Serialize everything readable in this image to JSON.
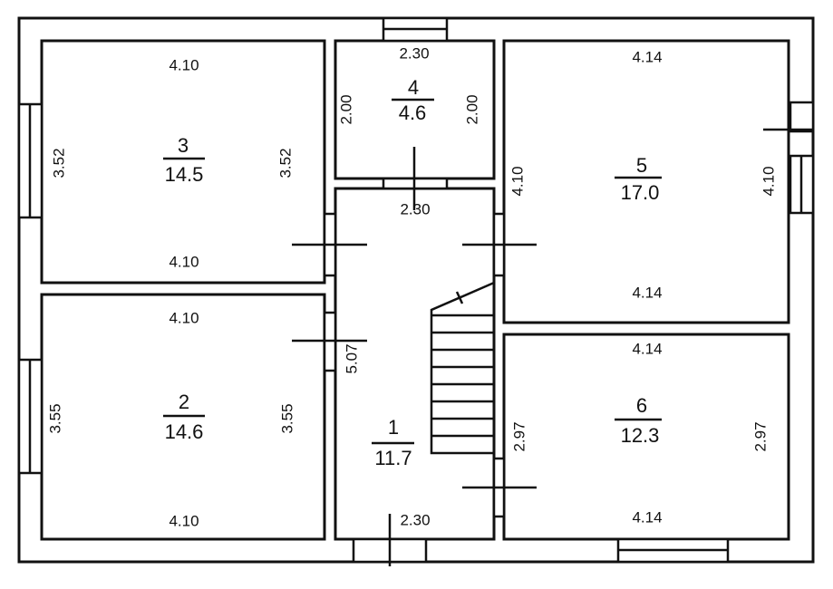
{
  "rooms": [
    {
      "id": "1",
      "area": "11.7",
      "dims": {
        "top": "2.30",
        "bottom": "2.30",
        "left": "5.07"
      }
    },
    {
      "id": "2",
      "area": "14.6",
      "dims": {
        "top": "4.10",
        "bottom": "4.10",
        "left": "3.55",
        "right": "3.55"
      }
    },
    {
      "id": "3",
      "area": "14.5",
      "dims": {
        "top": "4.10",
        "bottom": "4.10",
        "left": "3.52",
        "right": "3.52"
      }
    },
    {
      "id": "4",
      "area": "4.6",
      "dims": {
        "top": "2.30",
        "left": "2.00",
        "right": "2.00"
      }
    },
    {
      "id": "5",
      "area": "17.0",
      "dims": {
        "top": "4.14",
        "bottom": "4.14",
        "left": "4.10",
        "right": "4.10"
      }
    },
    {
      "id": "6",
      "area": "12.3",
      "dims": {
        "top": "4.14",
        "bottom": "4.14",
        "left": "2.97",
        "right": "2.97"
      }
    }
  ]
}
